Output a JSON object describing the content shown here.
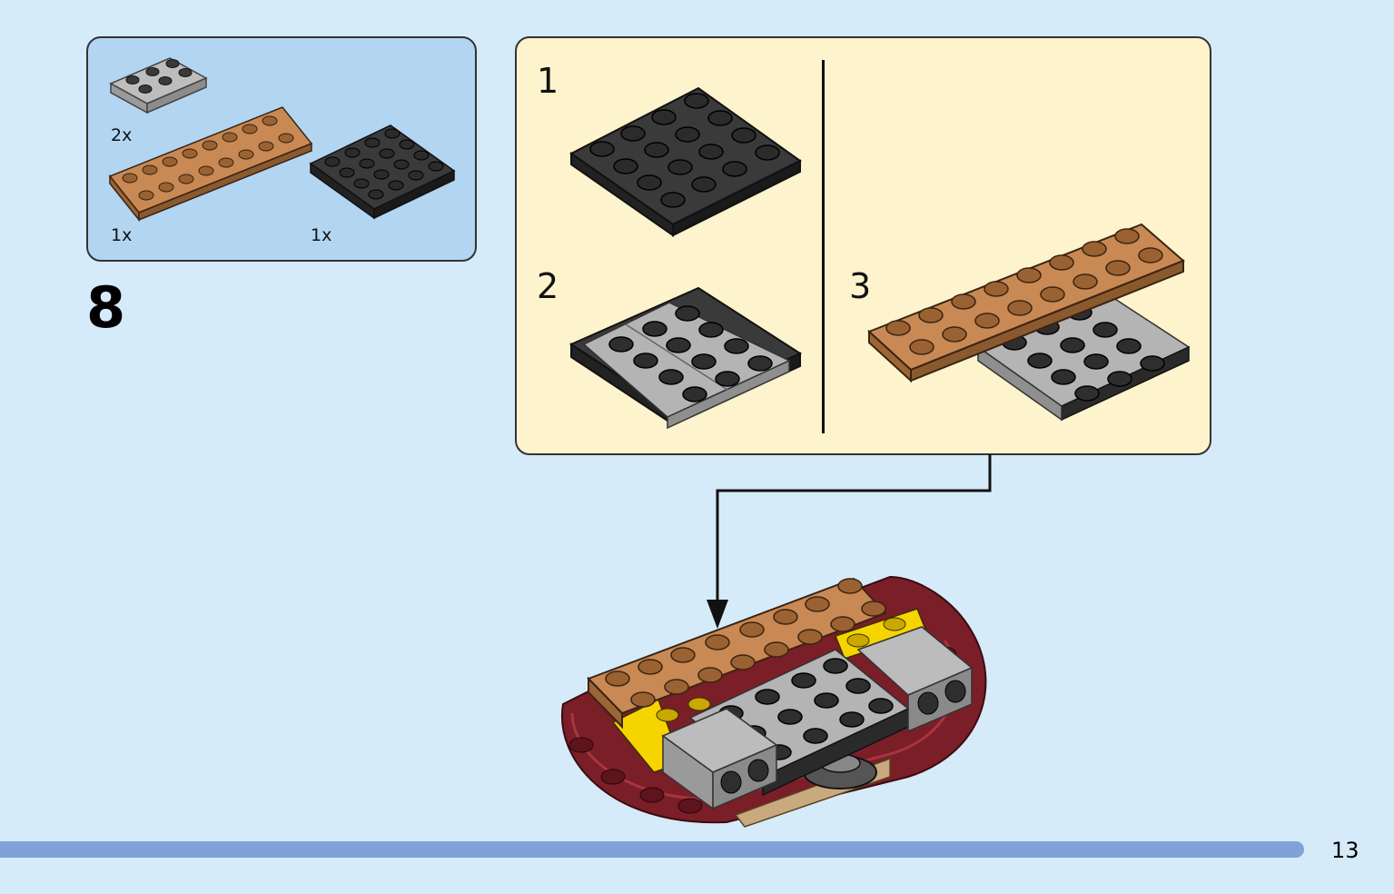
{
  "step": {
    "number": "8"
  },
  "parts": [
    {
      "name": "light-gray-plate-2x3",
      "quantity": "2x",
      "color": "#a9a9a9"
    },
    {
      "name": "medium-nougat-plate-2x8-with-holes",
      "quantity": "1x",
      "color": "#c98954"
    },
    {
      "name": "black-plate-4x4",
      "quantity": "1x",
      "color": "#333333"
    }
  ],
  "substeps": [
    {
      "number": "1"
    },
    {
      "number": "2"
    },
    {
      "number": "3"
    }
  ],
  "page": {
    "number": "13"
  },
  "colors": {
    "background": "#d6ebfa",
    "parts_box": "#b2d5f2",
    "substep_box": "#fdf3cc",
    "dark_red": "#7a1e28",
    "yellow": "#f5d400",
    "tan": "#c9aa7e",
    "progress_bar": "#7fa3d8"
  }
}
